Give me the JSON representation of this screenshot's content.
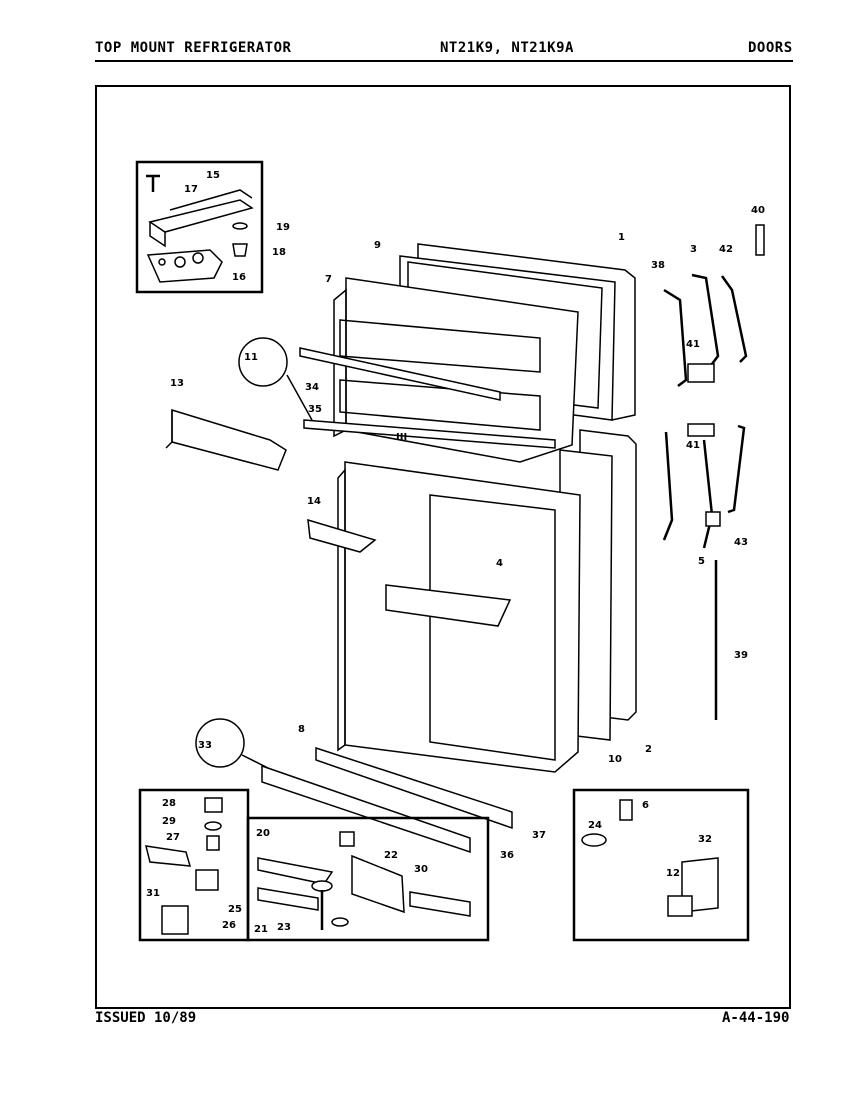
{
  "header": {
    "left_title": "TOP MOUNT REFRIGERATOR",
    "model": "NT21K9, NT21K9A",
    "section": "DOORS"
  },
  "footer": {
    "issued": "ISSUED 10/89",
    "page_code": "A-44-190"
  },
  "diagram": {
    "part_numbers": [
      "1",
      "2",
      "3",
      "4",
      "5",
      "6",
      "7",
      "8",
      "9",
      "10",
      "11",
      "12",
      "13",
      "14",
      "15",
      "16",
      "17",
      "18",
      "19",
      "20",
      "21",
      "22",
      "23",
      "24",
      "25",
      "26",
      "27",
      "28",
      "29",
      "30",
      "31",
      "32",
      "33",
      "34",
      "35",
      "36",
      "37",
      "38",
      "39",
      "40",
      "41",
      "42",
      "43"
    ],
    "door_mark": "III"
  }
}
